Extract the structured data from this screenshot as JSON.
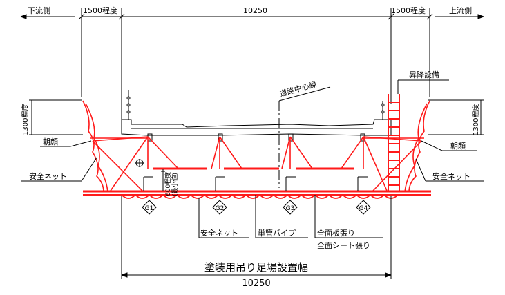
{
  "top": {
    "downstream": "下流側",
    "upstream": "上流側",
    "left_width": "1500程度",
    "right_width": "1500程度",
    "span": "10250"
  },
  "side": {
    "left_height": "1300程度",
    "right_height": "1300程度"
  },
  "labels": {
    "road_center": "道路中心線",
    "lift": "昇降設備",
    "asagao_left": "朝顔",
    "asagao_right": "朝顔",
    "net_left": "安全ネット",
    "net_right": "安全ネット",
    "net_bottom": "安全ネット",
    "pipe": "単管パイプ",
    "board": "全面板張り",
    "sheet": "全面シート張り",
    "min_height": "600程度",
    "min_height2": "(最小値)"
  },
  "girders": [
    "G1",
    "G2",
    "G3",
    "G4"
  ],
  "bottom": {
    "title": "塗装用吊り足場設置幅",
    "value": "10250"
  },
  "colors": {
    "scaffold": "#ff1a1a",
    "line": "#000000"
  }
}
